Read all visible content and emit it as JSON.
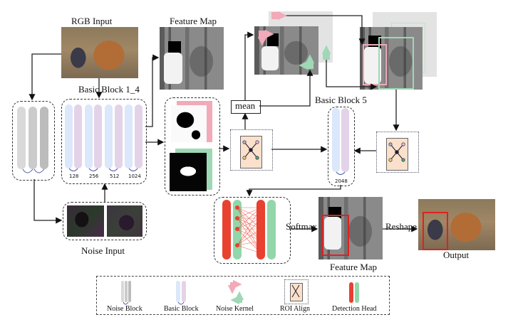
{
  "labels": {
    "rgb_input": "RGB Input",
    "feature_map_top": "Feature Map",
    "basic_block_1_4": "Basic Block 1_4",
    "basic_block_5": "Basic Block 5",
    "noise_input": "Noise Input",
    "mean": "mean",
    "softmax": "Softmax",
    "reshape": "Reshape",
    "feature_map_bottom": "Feature Map",
    "output": "Output"
  },
  "basic_block_channels": [
    "128",
    "256",
    "512",
    "1024"
  ],
  "basic_block_5_channels": "2048",
  "legend": {
    "items": [
      {
        "icon": "noise-block-icon",
        "label": "Noise Block"
      },
      {
        "icon": "basic-block-icon",
        "label": "Basic Block"
      },
      {
        "icon": "noise-kernel-icon",
        "label": "Noise Kernel"
      },
      {
        "icon": "roi-align-icon",
        "label": "ROI Align"
      },
      {
        "icon": "detection-head-icon",
        "label": "Detection Head"
      }
    ]
  },
  "colors": {
    "basic_blue": "#dbe7fa",
    "basic_purple": "#e3d3e8",
    "noise_pink": "#f2a9b8",
    "noise_green": "#9fd8b5",
    "roi_fill": "#fbe0cc",
    "head_red": "#e8412f",
    "head_green": "#93d6aa",
    "bbox_red": "#e02020"
  }
}
